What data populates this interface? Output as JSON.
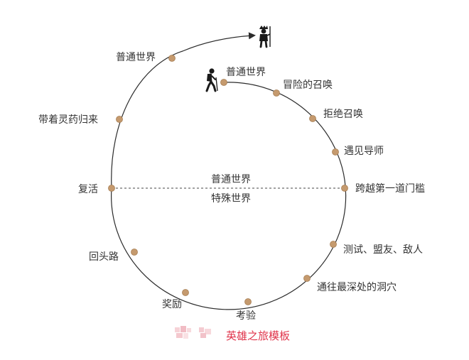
{
  "colors": {
    "line": "#2b2b2b",
    "dot": "#c59a6e",
    "dot_stroke": "#a77f55",
    "caption": "#e0344b",
    "watermark": "#f3c9cf"
  },
  "icons": {
    "start": "hiker-icon",
    "end": "king-icon",
    "watermark": "blurred-logo-icon"
  },
  "worlds": {
    "ordinary": "普通世界",
    "special": "特殊世界"
  },
  "stages": [
    {
      "id": "ordinary-world-start",
      "label": "普通世界"
    },
    {
      "id": "call-to-adventure",
      "label": "冒险的召唤"
    },
    {
      "id": "refusal-of-call",
      "label": "拒绝召唤"
    },
    {
      "id": "meeting-mentor",
      "label": "遇见导师"
    },
    {
      "id": "crossing-threshold",
      "label": "跨越第一道门槛"
    },
    {
      "id": "tests-allies-enemies",
      "label": "测试、盟友、敌人"
    },
    {
      "id": "approach-inmost-cave",
      "label": "通往最深处的洞穴"
    },
    {
      "id": "ordeal",
      "label": "考验"
    },
    {
      "id": "reward",
      "label": "奖励"
    },
    {
      "id": "road-back",
      "label": "回头路"
    },
    {
      "id": "resurrection",
      "label": "复活"
    },
    {
      "id": "return-with-elixir",
      "label": "带着灵药归来"
    },
    {
      "id": "ordinary-world-end",
      "label": "普通世界"
    }
  ],
  "caption": "英雄之旅模板"
}
